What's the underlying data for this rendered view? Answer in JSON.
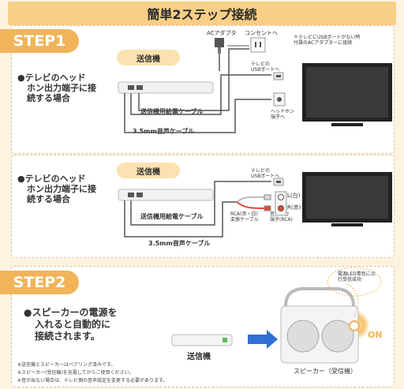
{
  "title": "簡単2ステップ接続",
  "step1": {
    "badge": "STEP1",
    "sender_pill": "送信機",
    "bullet": [
      "●テレビのヘッド",
      "ホン出力端子に接",
      "続する場合"
    ],
    "ac_adapter": "ACアダプタ",
    "outlet": "コンセントへ",
    "tv_usb": [
      "テレビの",
      "USBポートへ"
    ],
    "note": [
      "＊テレビにUSBポートがない時",
      "付属のACアダプターに接続"
    ],
    "headphone": [
      "ヘッドホン",
      "端子へ"
    ],
    "power_cable": "送信機用給電ケーブル",
    "audio_cable": "3.5mm音声ケーブル"
  },
  "step1b": {
    "sender_pill": "送信機",
    "bullet": [
      "●テレビのヘッド",
      "ホン出力端子に接",
      "続する場合"
    ],
    "tv_usb": [
      "テレビの",
      "USBポートへ"
    ],
    "l_white": "L(白)",
    "r_red": "R(赤)",
    "power_cable": "送信機用給電ケーブル",
    "rca_cable": [
      "RCA(赤・白)",
      "変換ケーブル"
    ],
    "audio_out": [
      "音声出力",
      "端子(RCA)"
    ],
    "audio_cable": "3.5mm音声ケーブル"
  },
  "step2": {
    "badge": "STEP2",
    "bullet": [
      "●スピーカーの電源を",
      "入れると自動的に",
      "接続されます。"
    ],
    "led_note": [
      "電源LED青色に点",
      "灯受信成功"
    ],
    "on_label": "ON",
    "sender_label": "送信機",
    "speaker_label": "スピーカー（受信機）",
    "notes": [
      "※送信機とスピーカーはペアリング済みです。",
      "※スピーカー(受信機)を充電してからご使用ください。",
      "※音が出ない場合は、テレビ側の音声設定を変更する必要があります。"
    ]
  },
  "colors": {
    "accent": "#f2b45a",
    "title_bg": "#f7cf86",
    "pill_bg": "#fbe2b0",
    "arrow": "#2f6fd6",
    "bg": "#fdf3df"
  }
}
